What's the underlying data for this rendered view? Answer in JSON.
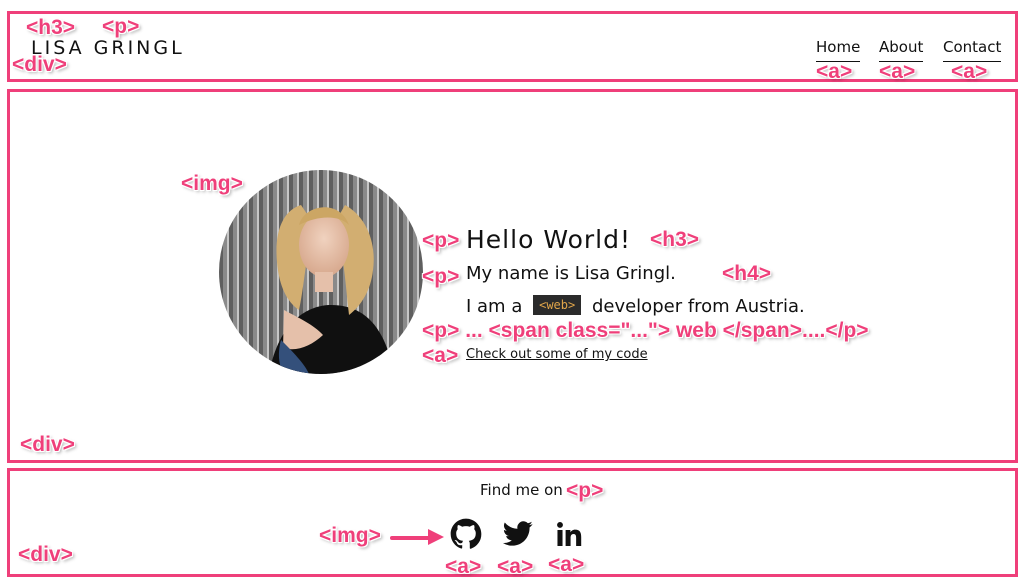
{
  "header": {
    "brand": "LISA GRINGL",
    "nav": [
      "Home",
      "About",
      "Contact"
    ]
  },
  "hero": {
    "greeting": "Hello World!",
    "intro": "My name is Lisa Gringl.",
    "line_prefix": "I am a",
    "line_code": "<web>",
    "line_suffix": "developer from Austria.",
    "code_link": "Check out some of my code"
  },
  "footer": {
    "find_me": "Find me on",
    "social": [
      "github-icon",
      "twitter-icon",
      "linkedin-icon"
    ]
  },
  "annotations": {
    "h3": "<h3>",
    "p": "<p>",
    "div": "<div>",
    "img": "<img>",
    "h4": "<h4>",
    "a": "<a>",
    "p_span": "<p> ... <span class=\"...\"> web </span>....</p>"
  },
  "colors": {
    "annotation": "#ef3f7a",
    "code_bg": "#2b2b2b",
    "code_text": "#e0a54a"
  }
}
